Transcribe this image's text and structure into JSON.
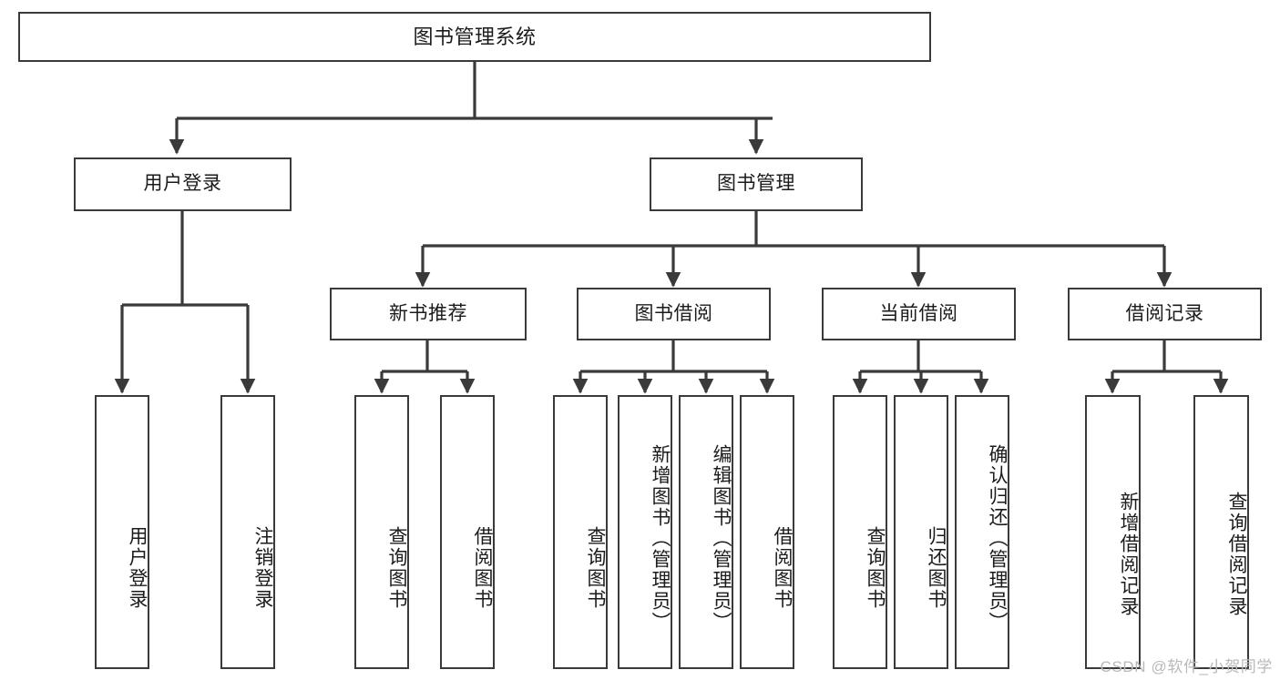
{
  "title": "图书管理系统",
  "diagram": {
    "type": "tree",
    "orientation": "top-down",
    "root": {
      "label": "图书管理系统"
    },
    "level1": [
      {
        "label": "用户登录"
      },
      {
        "label": "图书管理"
      }
    ],
    "level2": [
      {
        "label": "新书推荐"
      },
      {
        "label": "图书借阅"
      },
      {
        "label": "当前借阅"
      },
      {
        "label": "借阅记录"
      }
    ],
    "leaves": {
      "user_login": [
        {
          "label": "用户登录"
        },
        {
          "label": "注销登录"
        }
      ],
      "new_book_recommend": [
        {
          "label": "查询图书"
        },
        {
          "label": "借阅图书"
        }
      ],
      "book_borrow": [
        {
          "label": "查询图书"
        },
        {
          "label": "新增图书（管理员）"
        },
        {
          "label": "编辑图书（管理员）"
        },
        {
          "label": "借阅图书"
        }
      ],
      "current_borrow": [
        {
          "label": "查询图书"
        },
        {
          "label": "归还图书"
        },
        {
          "label": "确认归还（管理员）"
        }
      ],
      "borrow_record": [
        {
          "label": "新增借阅记录"
        },
        {
          "label": "查询借阅记录"
        }
      ]
    }
  },
  "watermark": {
    "text": "CSDN @软件_小贺同学"
  },
  "colors": {
    "stroke": "#3a3a3a",
    "background": "#ffffff",
    "text": "#1b1b1b",
    "watermark": "#b9b9b9"
  }
}
